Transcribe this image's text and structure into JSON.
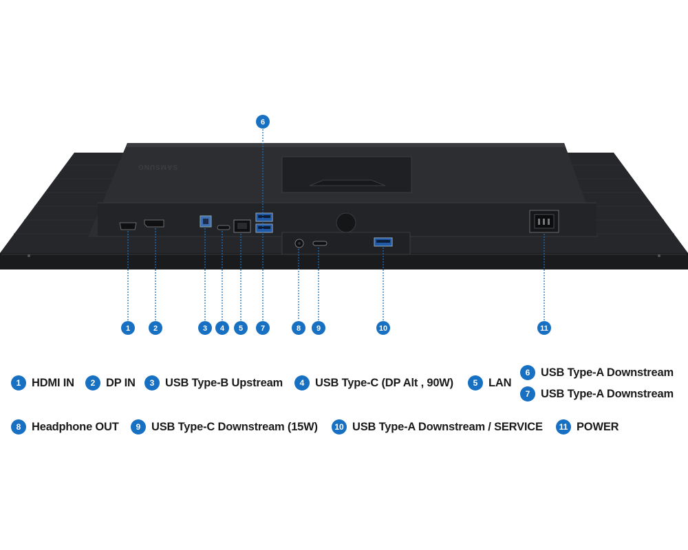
{
  "colors": {
    "accent": "#1770c2",
    "monitor_body": "#2a2b2e",
    "monitor_dark": "#1b1c1e",
    "text": "#1a1a1a"
  },
  "monitor": {
    "brand_logo": "SAMSUNG"
  },
  "ports": [
    {
      "num": "1",
      "label": "HDMI IN"
    },
    {
      "num": "2",
      "label": "DP IN"
    },
    {
      "num": "3",
      "label": "USB Type-B Upstream"
    },
    {
      "num": "4",
      "label": "USB Type-C (DP Alt , 90W)"
    },
    {
      "num": "5",
      "label": "LAN"
    },
    {
      "num": "6",
      "label": "USB Type-A Downstream"
    },
    {
      "num": "7",
      "label": "USB Type-A Downstream"
    },
    {
      "num": "8",
      "label": "Headphone OUT"
    },
    {
      "num": "9",
      "label": "USB Type-C Downstream (15W)"
    },
    {
      "num": "10",
      "label": "USB Type-A Downstream / SERVICE"
    },
    {
      "num": "11",
      "label": "POWER"
    }
  ]
}
